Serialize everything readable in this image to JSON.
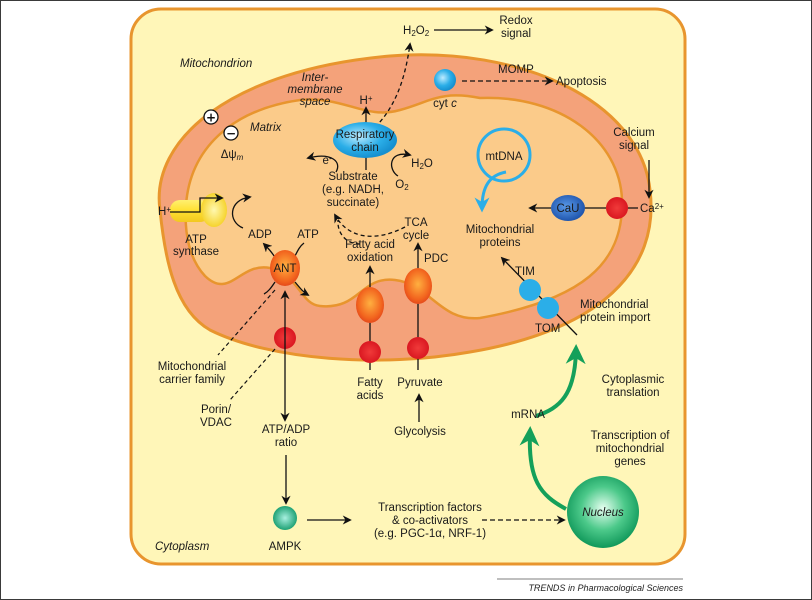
{
  "colors": {
    "cytoplasm_fill": "#FFF6B8",
    "outer_border": "#E8952E",
    "intermembrane_fill": "#F4A27A",
    "matrix_fill": "#FBCB8A",
    "membrane_line": "#E8952E",
    "blue_protein": "#2BAEE8",
    "red_carrier": "#E8202A",
    "orange_carrier": "#F05A1E",
    "green": "#14A05A",
    "dark_blue": "#1A5CB8",
    "yellow_synthase": "#F7DC3A"
  },
  "labels": {
    "h2o2": "H2O2",
    "redox_signal_1": "Redox",
    "redox_signal_2": "signal",
    "mitochondrion": "Mitochondrion",
    "intermembrane_1": "Inter-",
    "intermembrane_2": "membrane",
    "intermembrane_3": "space",
    "h_plus_top": "H+",
    "momp": "MOMP",
    "apoptosis": "Apoptosis",
    "cyt_c": "cyt c",
    "plus_sign": "+",
    "minus_sign": "−",
    "matrix": "Matrix",
    "delta_psi": "Δψm",
    "respiratory_chain_1": "Respiratory",
    "respiratory_chain_2": "chain",
    "electron": "e-",
    "h2o": "H2O",
    "o2": "O2",
    "substrate_1": "Substrate",
    "substrate_2": "(e.g. NADH,",
    "substrate_3": "succinate)",
    "mtdna": "mtDNA",
    "calcium_signal_1": "Calcium",
    "calcium_signal_2": "signal",
    "cau": "CaU",
    "ca2": "Ca2+",
    "h_plus_left": "H+",
    "atp_synthase_1": "ATP",
    "atp_synthase_2": "synthase",
    "adp": "ADP",
    "atp": "ATP",
    "ant": "ANT",
    "fatty_acid_ox_1": "Fatty acid",
    "fatty_acid_ox_2": "oxidation",
    "tca_1": "TCA",
    "tca_2": "cycle",
    "pdc": "PDC",
    "mito_proteins_1": "Mitochondrial",
    "mito_proteins_2": "proteins",
    "tim": "TIM",
    "tom": "TOM",
    "protein_import_1": "Mitochondrial",
    "protein_import_2": "protein import",
    "carrier_family_1": "Mitochondrial",
    "carrier_family_2": "carrier family",
    "porin_1": "Porin/",
    "porin_2": "VDAC",
    "fatty_acids_1": "Fatty",
    "fatty_acids_2": "acids",
    "pyruvate": "Pyruvate",
    "glycolysis": "Glycolysis",
    "atp_adp_1": "ATP/ADP",
    "atp_adp_2": "ratio",
    "cyto_translation_1": "Cytoplasmic",
    "cyto_translation_2": "translation",
    "mrna": "mRNA",
    "transcription_1": "Transcription of",
    "transcription_2": "mitochondrial",
    "transcription_3": "genes",
    "ampk": "AMPK",
    "tf_1": "Transcription factors",
    "tf_2": "& co-activators",
    "tf_3": "(e.g. PGC-1α, NRF-1)",
    "nucleus": "Nucleus",
    "cytoplasm": "Cytoplasm"
  },
  "credit": "TRENDS in Pharmacological Sciences"
}
